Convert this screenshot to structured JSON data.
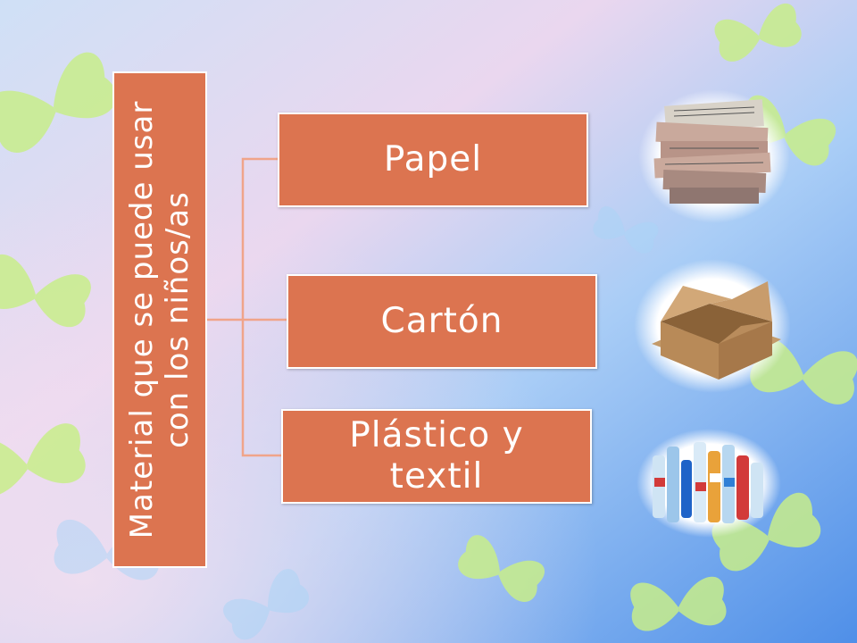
{
  "diagram": {
    "root_label": "Material que se puede usar con los niños/as",
    "children": [
      {
        "label": "Papel",
        "icon": "newspaper-stack-photo"
      },
      {
        "label": "Cartón",
        "icon": "cardboard-box-photo"
      },
      {
        "label": "Plástico y textil",
        "icon": "plastic-bottles-photo"
      }
    ]
  },
  "colors": {
    "node_fill": "#dc7450",
    "connector": "#f0a48a",
    "butterfly": "#c8ee8a"
  }
}
